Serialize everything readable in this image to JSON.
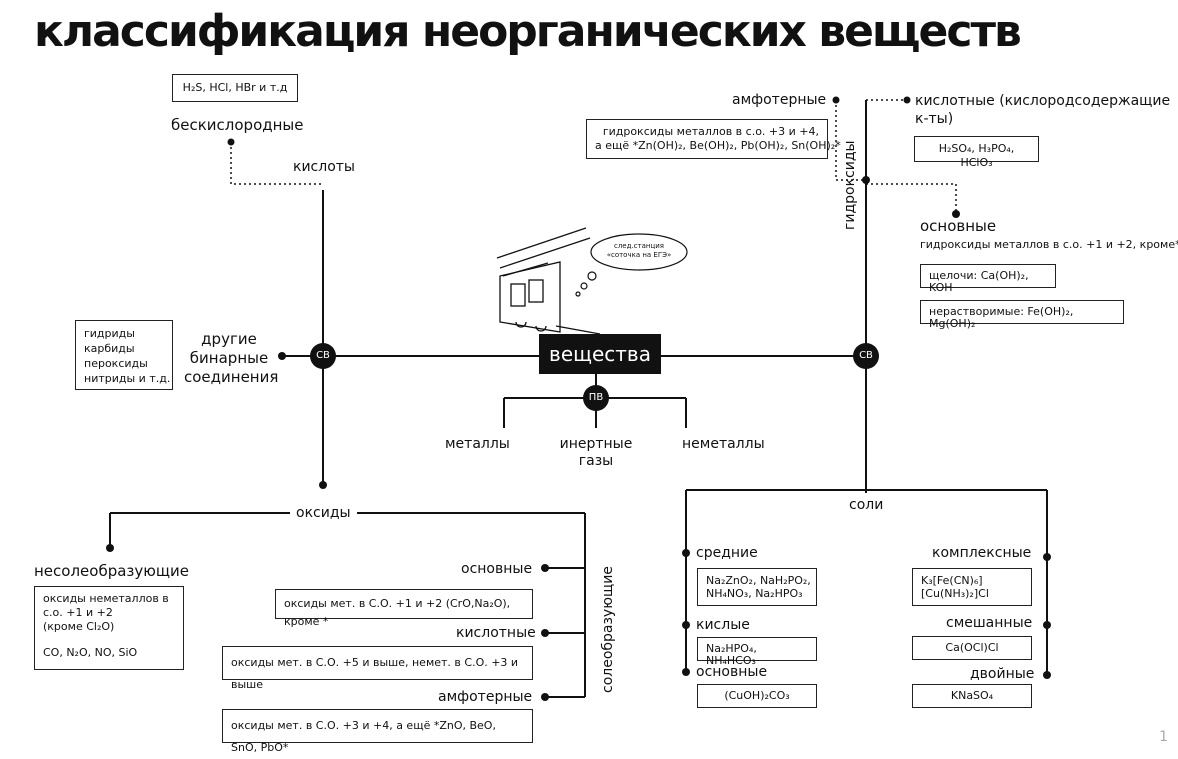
{
  "title": "классификация неорганических веществ",
  "root": "вещества",
  "complex_badge": "СВ",
  "simple_badge": "ПВ",
  "page_number": "1",
  "acids": {
    "label": "кислоты",
    "oxygenless_label": "бескислородные",
    "oxygenless_examples": "H₂S, HCl, HBr и т.д"
  },
  "other_binary": {
    "label_lines": [
      "другие",
      "бинарные",
      "соединения"
    ],
    "examples": [
      "гидриды",
      "карбиды",
      "пероксиды",
      "нитриды и т.д."
    ]
  },
  "oxides": {
    "label": "оксиды",
    "nonsalt_label": "несолеобразующие",
    "nonsalt_desc": [
      "оксиды неметаллов в",
      "с.о. +1 и +2",
      "(кроме Cl₂O)"
    ],
    "nonsalt_examples": "CO, N₂O, NO, SiO",
    "saltforming_label": "солеобразующие",
    "basic_label": "основные",
    "basic_desc": "оксиды мет. в С.О. +1 и +2 (CrO,Na₂O), кроме *",
    "acidic_label": "кислотные",
    "acidic_desc": "оксиды мет. в С.О. +5 и выше, немет. в С.О. +3 и выше",
    "amph_label": "амфотерные",
    "amph_desc": "оксиды мет. в С.О. +3 и +4, а ещё *ZnO, BeO, SnO, PbO*"
  },
  "simple": {
    "metals": "металлы",
    "noble_lines": [
      "инертные",
      "газы"
    ],
    "nonmetals": "неметаллы"
  },
  "train_bubble": [
    "след.станция",
    "«соточка на ЕГЭ»"
  ],
  "hydroxides": {
    "label": "гидроксиды",
    "amph_label": "амфотерные",
    "amph_desc": [
      "гидроксиды металлов в с.о. +3 и +4,",
      "а ещё *Zn(OH)₂, Be(OH)₂, Pb(OH)₂, Sn(OH)₂*"
    ],
    "acidic_label_lines": [
      "кислотные (кислородсодержащие",
      "к-ты)"
    ],
    "acidic_examples": "H₂SO₄, H₃PO₄, HClO₃",
    "basic_label": "основные",
    "basic_desc": "гидроксиды металлов в с.о. +1 и +2, кроме*",
    "alkali": "щелочи: Ca(OH)₂, KOH",
    "insoluble": "нерастворимые: Fe(OH)₂, Mg(OH)₂"
  },
  "salts": {
    "label": "соли",
    "medium_label": "средние",
    "medium_examples": [
      "Na₂ZnO₂, NaH₂PO₂,",
      "NH₄NO₃, Na₂HPO₃"
    ],
    "acid_label": "кислые",
    "acid_examples": "Na₂HPO₄, NH₄HCO₃",
    "basic_label": "основные",
    "basic_examples": "(CuOH)₂CO₃",
    "complex_label": "комплексные",
    "complex_examples": [
      "K₃[Fe(CN)₆]",
      "[Cu(NH₃)₂]Cl"
    ],
    "mixed_label": "смешанные",
    "mixed_examples": "Ca(OCl)Cl",
    "double_label": "двойные",
    "double_examples": "KNaSO₄"
  }
}
